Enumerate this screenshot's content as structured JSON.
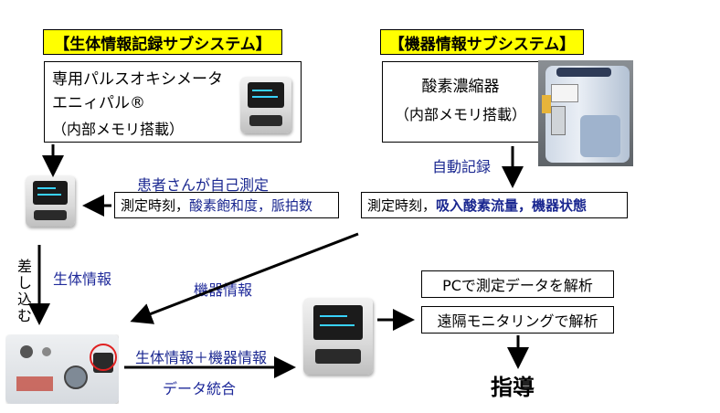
{
  "subsystems": {
    "bio_title": "【生体情報記録サブシステム】",
    "device_title": "【機器情報サブシステム】"
  },
  "oximeter": {
    "line1": "専用パルスオキシメータ",
    "line2": "エニィパル®",
    "line3": "（内部メモリ搭載）"
  },
  "concentrator": {
    "line1": "酸素濃縮器",
    "line2": "（内部メモリ搭載）"
  },
  "labels": {
    "self_measure": "患者さんが自己測定",
    "auto_record": "自動記録",
    "insert": [
      "差",
      "し",
      "込",
      "む"
    ],
    "bio_info": "生体情報",
    "device_info": "機器情報",
    "combined": "生体情報＋機器情報",
    "integration": "データ統合",
    "guidance": "指導"
  },
  "bio_data": {
    "part1": "測定時刻，",
    "part2": "酸素飽和度，",
    "part3": "脈拍数"
  },
  "device_data": {
    "part1": "測定時刻，",
    "part2": "吸入酸素流量，",
    "part3": "機器状態"
  },
  "analysis": {
    "pc": "PCで測定データを解析",
    "remote": "遠隔モニタリングで解析"
  },
  "colors": {
    "yellow": "#ffff00",
    "navy": "#1f2a9a",
    "highlight_circle": "#e02020"
  }
}
